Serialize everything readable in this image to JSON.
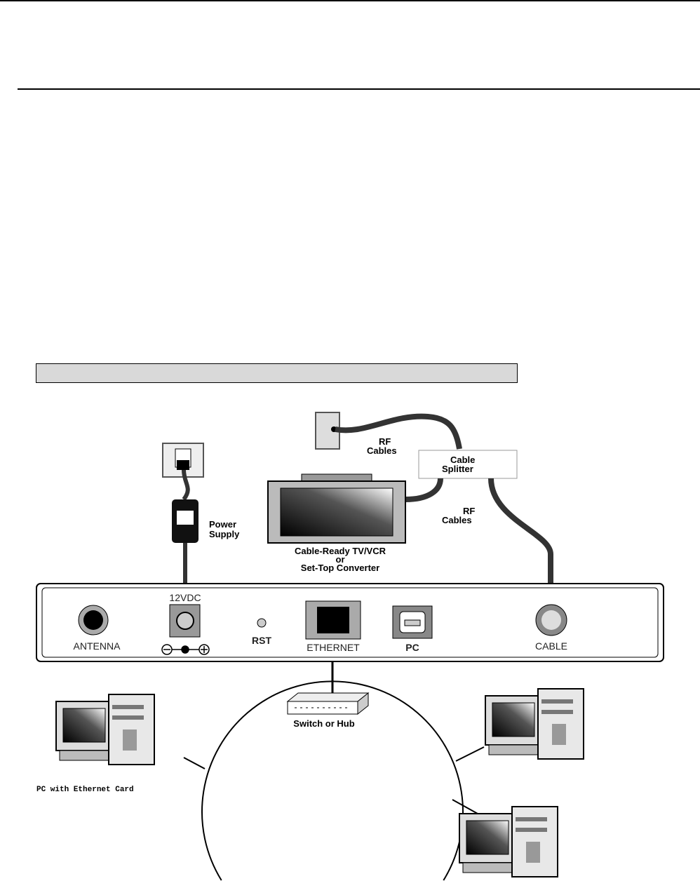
{
  "diagram": {
    "caption_bar": "",
    "labels": {
      "rf_cables_top": [
        "RF",
        "Cables"
      ],
      "cable_splitter": [
        "Cable",
        "Splitter"
      ],
      "rf_cables_bottom": [
        "RF",
        "Cables"
      ],
      "power_supply": [
        "Power",
        "Supply"
      ],
      "tv": [
        "Cable-Ready TV/VCR",
        "or",
        "Set-Top Converter"
      ],
      "switch": "Switch or Hub",
      "pc_card": "PC with Ethernet Card"
    },
    "panel": {
      "antenna": "ANTENNA",
      "power": "12VDC",
      "rst": "RST",
      "ethernet": "ETHERNET",
      "pc": "PC",
      "cable": "CABLE"
    }
  }
}
